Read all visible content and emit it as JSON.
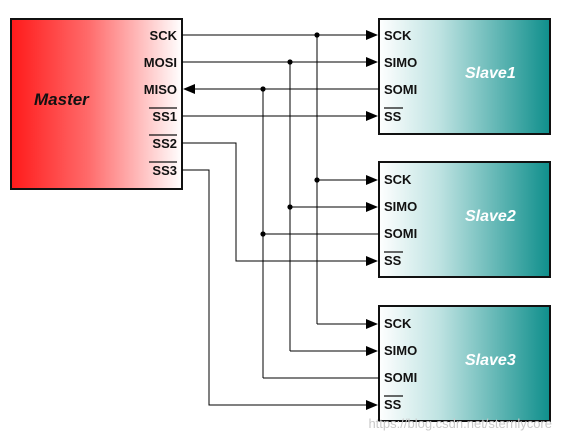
{
  "master": {
    "label": "Master",
    "pins": {
      "sck": "SCK",
      "mosi": "MOSI",
      "miso": "MISO",
      "ss1": "SS1",
      "ss2": "SS2",
      "ss3": "SS3"
    }
  },
  "slaves": [
    {
      "label": "Slave1",
      "pins": {
        "sck": "SCK",
        "simo": "SIMO",
        "somi": "SOMI",
        "ss": "SS"
      }
    },
    {
      "label": "Slave2",
      "pins": {
        "sck": "SCK",
        "simo": "SIMO",
        "somi": "SOMI",
        "ss": "SS"
      }
    },
    {
      "label": "Slave3",
      "pins": {
        "sck": "SCK",
        "simo": "SIMO",
        "somi": "SOMI",
        "ss": "SS"
      }
    }
  ],
  "watermark": "https://blog.csdn.net/sternlycore",
  "colors": {
    "master_gradient_start": "#ff1a1a",
    "master_gradient_end": "#ffffff",
    "slave_gradient_start": "#ffffff",
    "slave_gradient_end": "#0f8f8c",
    "wire": "#000000"
  }
}
